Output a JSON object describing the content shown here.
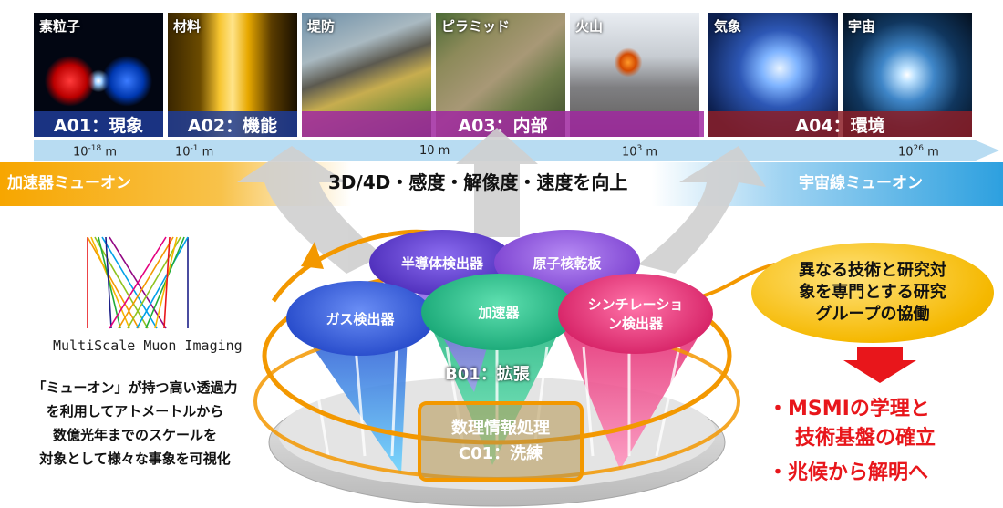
{
  "panels": [
    {
      "label": "素粒子"
    },
    {
      "label": "材料"
    },
    {
      "label": "堤防"
    },
    {
      "label": "ピラミッド"
    },
    {
      "label": "火山"
    },
    {
      "label": "気象"
    },
    {
      "label": "宇宙"
    }
  ],
  "areas": {
    "a01": "A01：現象",
    "a02": "A02：機能",
    "a03": "A03：内部",
    "a04": "A04：環境"
  },
  "scale": {
    "t1_base": "10",
    "t1_exp": "-18",
    "t1_unit": " m",
    "t2_base": "10",
    "t2_exp": "-1",
    "t2_unit": " m",
    "t3": "10 m",
    "t4_base": "10",
    "t4_exp": "3",
    "t4_unit": " m",
    "t5_base": "10",
    "t5_exp": "26",
    "t5_unit": " m"
  },
  "bar": {
    "left": "加速器ミューオン",
    "center": "3D/4D・感度・解像度・速度を向上",
    "right": "宇宙線ミューオン"
  },
  "lobes": {
    "semiconductor": "半導体検出器",
    "emulsion": "原子核乾板",
    "gas": "ガス検出器",
    "accelerator": "加速器",
    "scint1": "シンチレーショ",
    "scint2": "ン検出器"
  },
  "b01": "B01：拡張",
  "c01": {
    "line1": "数理情報処理",
    "line2": "C01：洗練"
  },
  "logo_text": "MultiScale Muon Imaging",
  "description": [
    "「ミューオン」が持つ高い透過力",
    "を利用してアトメートルから",
    "数億光年までのスケールを",
    "対象として様々な事象を可視化"
  ],
  "bubble": [
    "異なる技術と研究対",
    "象を専門とする研究",
    "グループの協働"
  ],
  "goals": [
    "・MSMIの学理と",
    "技術基盤の確立",
    "・兆候から解明へ"
  ],
  "colors": {
    "orange": "#f39800",
    "sky": "#39a9e0",
    "red": "#e8161b",
    "yellow": "#f5b800"
  }
}
